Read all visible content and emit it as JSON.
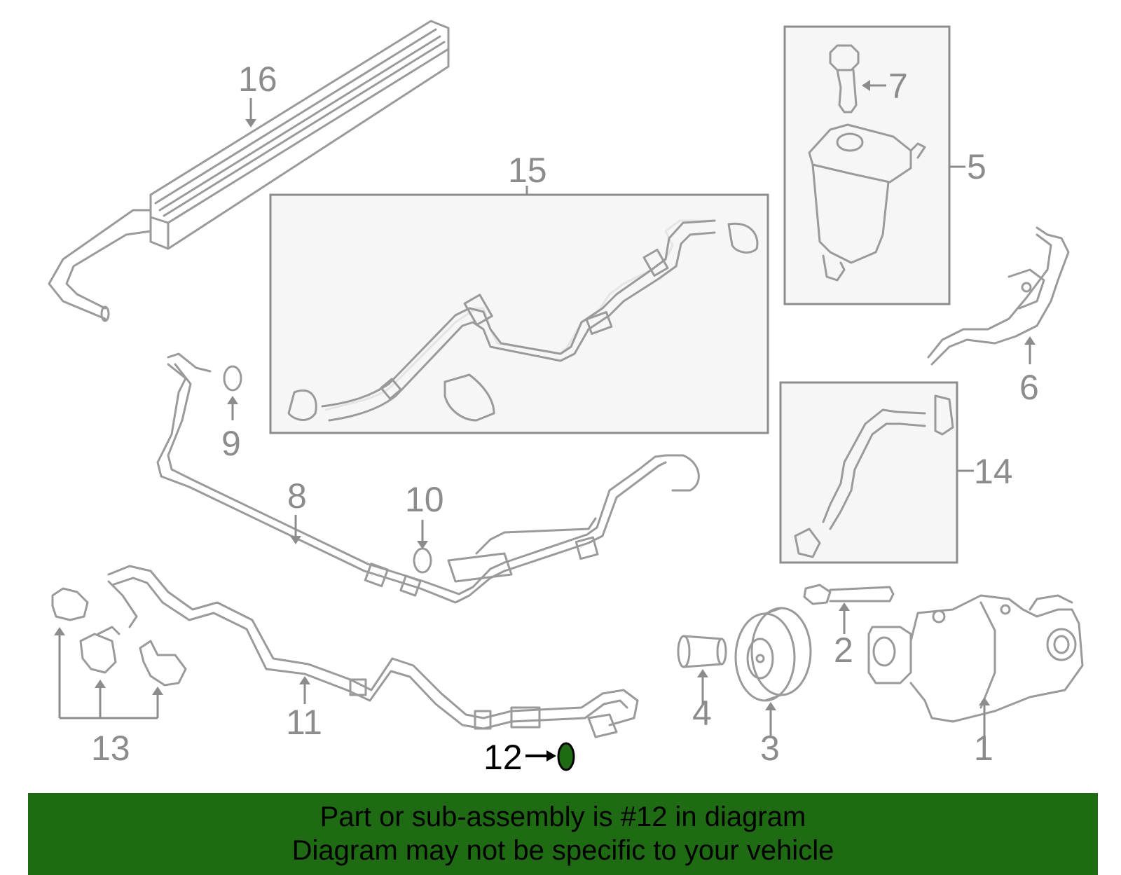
{
  "callouts": {
    "c1": "1",
    "c2": "2",
    "c3": "3",
    "c4": "4",
    "c5": "5",
    "c6": "6",
    "c7": "7",
    "c8": "8",
    "c9": "9",
    "c10": "10",
    "c11": "11",
    "c12": "12",
    "c13": "13",
    "c14": "14",
    "c15": "15",
    "c16": "16"
  },
  "highlight": {
    "part_number": "12",
    "color": "#1e6b14"
  },
  "banner": {
    "line1": "Part or sub-assembly is #12 in diagram",
    "line2": "Diagram may not be specific to your vehicle",
    "background": "#1e6b14"
  },
  "colors": {
    "line_art": "#9a9a9a",
    "callout_text": "#8c8c8c",
    "box_fill": "#f6f6f6"
  }
}
